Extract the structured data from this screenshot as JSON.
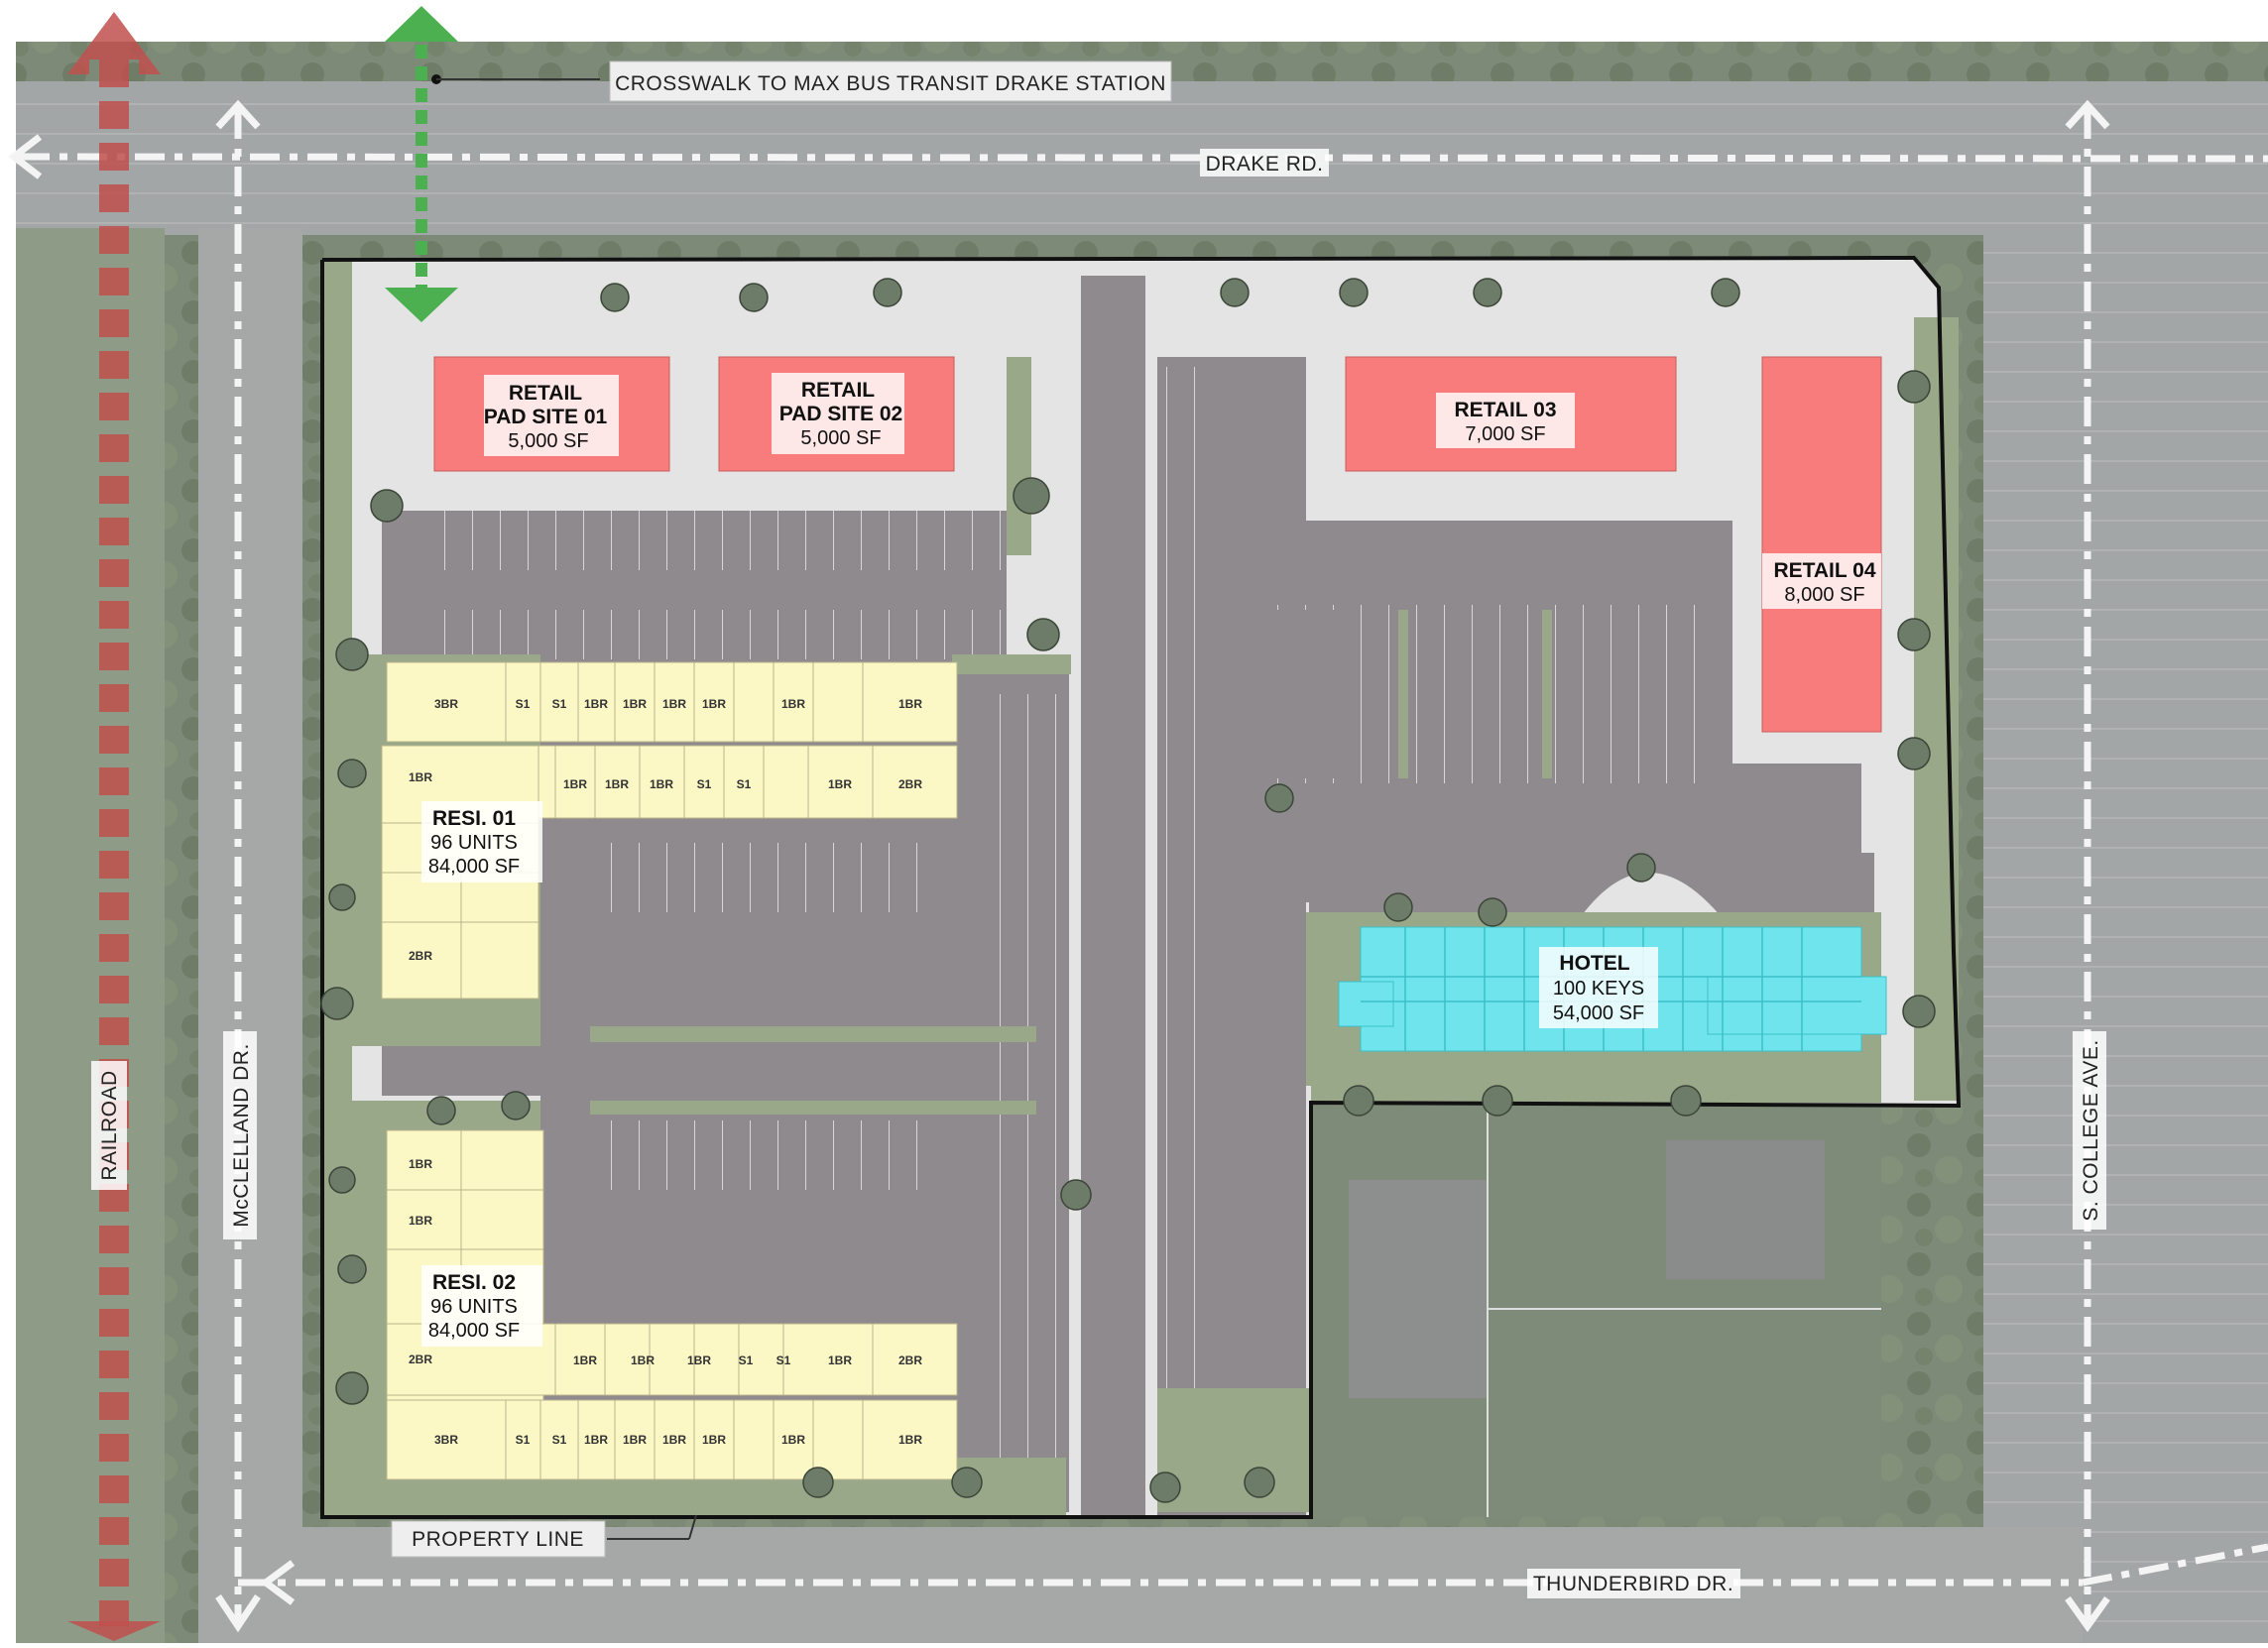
{
  "callouts": {
    "crosswalk": "CROSSWALK TO MAX BUS TRANSIT DRAKE STATION",
    "property_line": "PROPERTY LINE"
  },
  "roads": {
    "north": "DRAKE RD.",
    "south": "THUNDERBIRD DR.",
    "west": "McCLELLAND DR.",
    "east": "S. COLLEGE AVE.",
    "railroad": "RAILROAD"
  },
  "buildings": {
    "retail01": {
      "line1": "RETAIL",
      "line2": "PAD SITE 01",
      "area": "5,000 SF"
    },
    "retail02": {
      "line1": "RETAIL",
      "line2": "PAD SITE 02",
      "area": "5,000 SF"
    },
    "retail03": {
      "line1": "RETAIL 03",
      "area": "7,000 SF"
    },
    "retail04": {
      "line1": "RETAIL 04",
      "area": "8,000 SF"
    },
    "hotel": {
      "line1": "HOTEL",
      "keys": "100 KEYS",
      "area": "54,000 SF"
    },
    "resi01": {
      "line1": "RESI. 01",
      "units": "96 UNITS",
      "area": "84,000 SF"
    },
    "resi02": {
      "line1": "RESI. 02",
      "units": "96 UNITS",
      "area": "84,000 SF"
    }
  },
  "unit_labels": {
    "resi01_top": [
      "3BR",
      "S1",
      "S1",
      "1BR",
      "1BR",
      "1BR",
      "1BR",
      "1BR",
      "1BR"
    ],
    "resi01_mid": [
      "1BR",
      "1BR",
      "1BR",
      "S1",
      "S1",
      "1BR",
      "2BR"
    ],
    "resi01_left": [
      "1BR",
      "2BR"
    ],
    "resi02_top": [
      "1BR",
      "1BR",
      "1BR",
      "S1",
      "S1",
      "1BR",
      "2BR"
    ],
    "resi02_bottom": [
      "3BR",
      "S1",
      "S1",
      "1BR",
      "1BR",
      "1BR",
      "1BR",
      "1BR",
      "1BR"
    ],
    "resi02_left": [
      "1BR",
      "1BR",
      "2BR"
    ]
  },
  "colors": {
    "retail": "#f97c7c",
    "residential": "#fbf8c6",
    "hotel": "#6fe4ec",
    "parking": "#8f8a8e",
    "landscape": "#9aa88a",
    "sidewalk": "#e4e4e4",
    "property_line": "#111111",
    "arrow_rail": "#c0504d",
    "arrow_transit": "#4caf50",
    "arrow_road": "#f4f4f4"
  }
}
